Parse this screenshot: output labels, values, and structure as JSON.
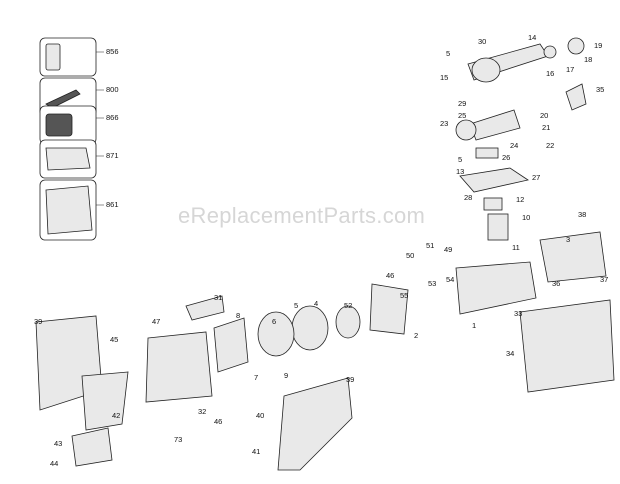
{
  "watermark": "eReplacementParts.com",
  "kit_labels": [
    "856",
    "800",
    "866",
    "871",
    "861"
  ],
  "part_labels": [
    "30",
    "14",
    "19",
    "5",
    "18",
    "16",
    "17",
    "15",
    "35",
    "29",
    "25",
    "20",
    "21",
    "23",
    "22",
    "24",
    "26",
    "5",
    "13",
    "27",
    "28",
    "12",
    "10",
    "38",
    "11",
    "51",
    "49",
    "3",
    "50",
    "46",
    "53",
    "54",
    "37",
    "36",
    "55",
    "31",
    "52",
    "4",
    "5",
    "33",
    "47",
    "8",
    "1",
    "6",
    "39",
    "45",
    "2",
    "7",
    "34",
    "9",
    "39",
    "32",
    "42",
    "40",
    "46",
    "43",
    "73",
    "41",
    "44"
  ]
}
